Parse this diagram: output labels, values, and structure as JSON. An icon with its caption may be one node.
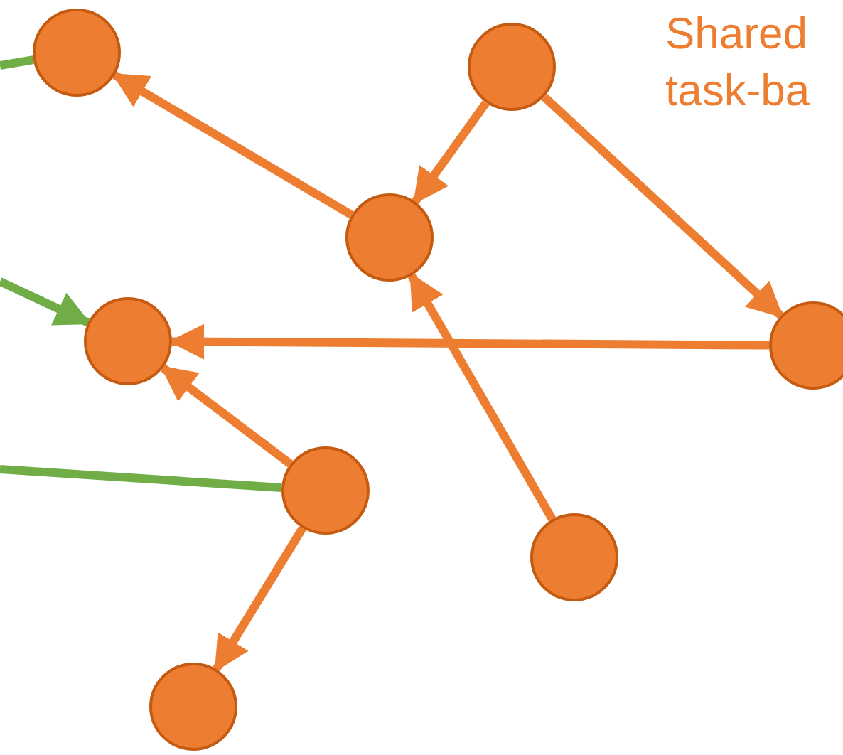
{
  "diagram": {
    "nodes": [
      {
        "text": [],
        "shape": "circle"
      },
      {
        "text": [],
        "shape": "circle"
      },
      {
        "text": [],
        "shape": "circle"
      },
      {
        "text": [],
        "shape": "circle"
      },
      {
        "text": [],
        "shape": "circle"
      },
      {
        "text": [],
        "shape": "circle"
      },
      {
        "text": [],
        "shape": "circle"
      },
      {
        "text": [],
        "shape": "circle"
      }
    ],
    "edges": [
      {
        "from": 2,
        "to": 0,
        "arrow": "to"
      },
      {
        "from": 1,
        "to": 2,
        "arrow": "to"
      },
      {
        "from": 1,
        "to": 4,
        "arrow": "to"
      },
      {
        "from": 4,
        "to": 3,
        "arrow": "to"
      },
      {
        "from": 5,
        "to": 3,
        "arrow": "to"
      },
      {
        "from": 5,
        "to": 7,
        "arrow": "to"
      },
      {
        "from": 6,
        "to": 2,
        "arrow": "to"
      },
      {
        "from": null,
        "to": 0,
        "arrow": "none",
        "color": "#70ad47"
      },
      {
        "from": null,
        "to": 3,
        "arrow": "to",
        "color": "#70ad47"
      },
      {
        "from": null,
        "to": 5,
        "arrow": "none",
        "color": "#70ad47"
      }
    ],
    "labels": [
      "Shared task-ba"
    ]
  }
}
